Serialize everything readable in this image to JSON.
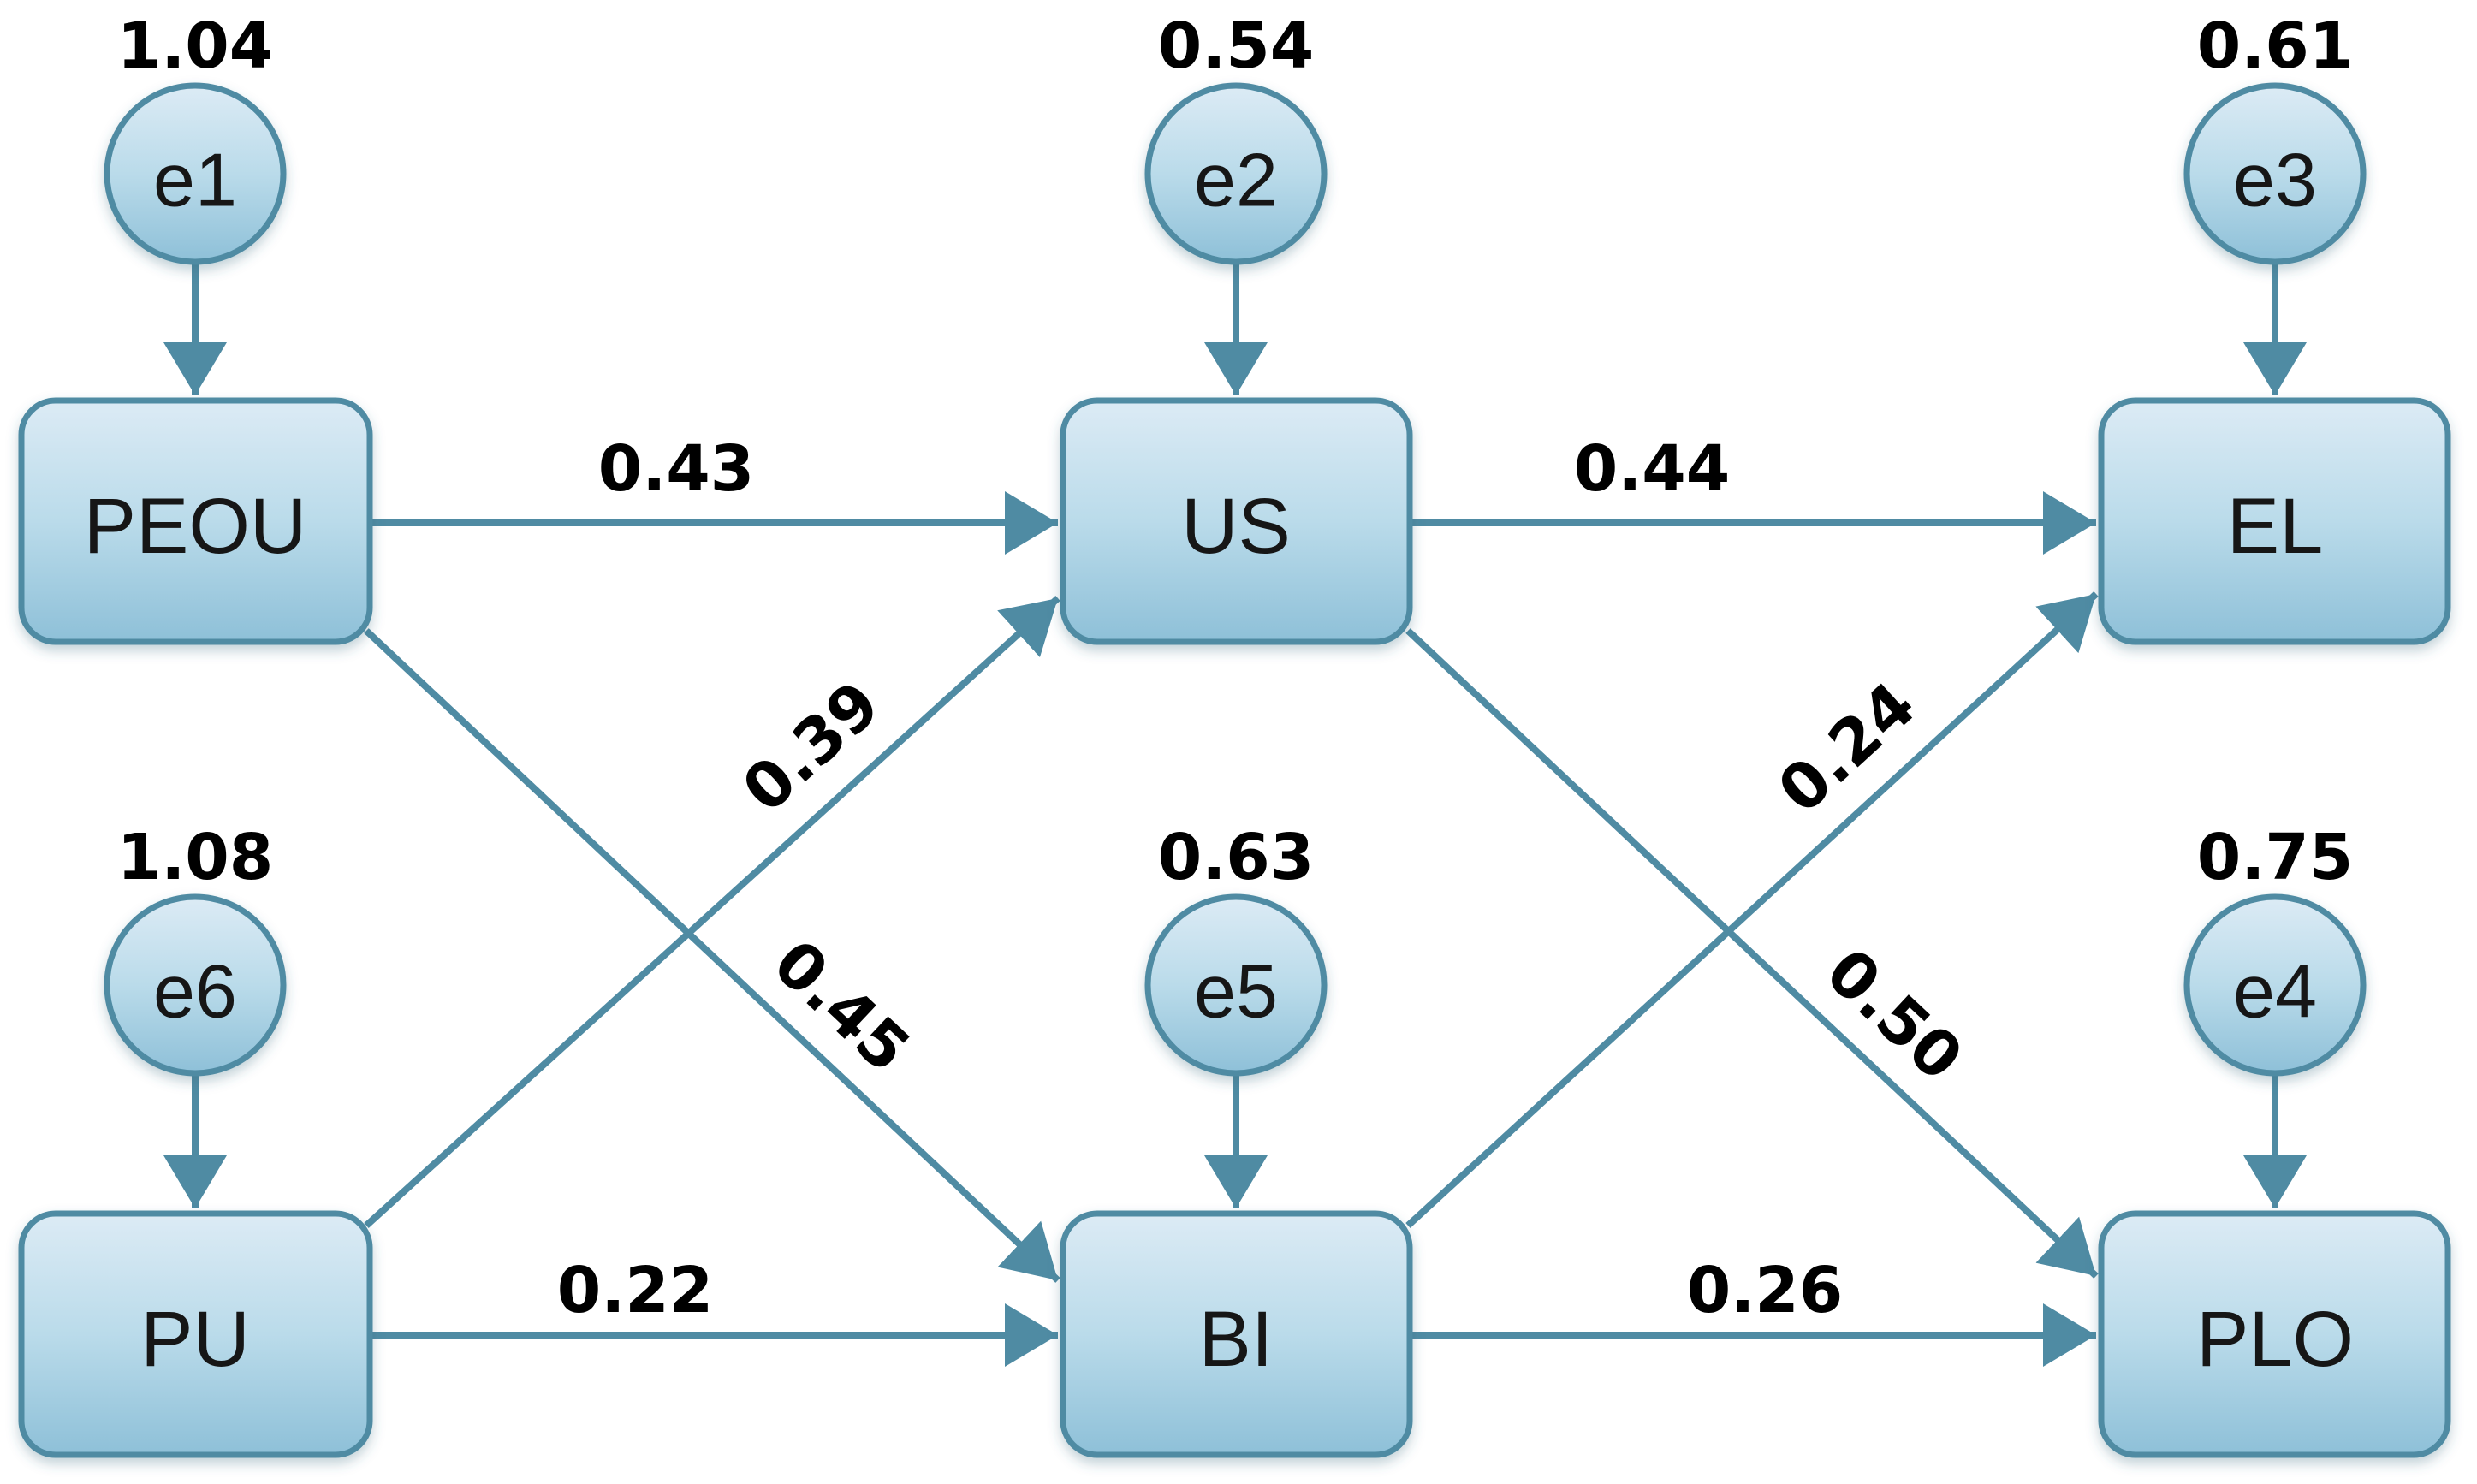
{
  "diagram": {
    "type": "sem-path-model",
    "background_color": "#ffffff",
    "line_color": "#4f8ba3",
    "node_fill_top": "#dcebf5",
    "node_fill_bottom": "#8ec0d8",
    "text_color": "#161616",
    "nodes": [
      {
        "id": "PEOU",
        "label": "PEOU",
        "shape": "rounded-rectangle",
        "row": "top",
        "column": "left"
      },
      {
        "id": "US",
        "label": "US",
        "shape": "rounded-rectangle",
        "row": "top",
        "column": "middle"
      },
      {
        "id": "EL",
        "label": "EL",
        "shape": "rounded-rectangle",
        "row": "top",
        "column": "right"
      },
      {
        "id": "PU",
        "label": "PU",
        "shape": "rounded-rectangle",
        "row": "bottom",
        "column": "left"
      },
      {
        "id": "BI",
        "label": "BI",
        "shape": "rounded-rectangle",
        "row": "bottom",
        "column": "middle"
      },
      {
        "id": "PLO",
        "label": "PLO",
        "shape": "rounded-rectangle",
        "row": "bottom",
        "column": "right"
      }
    ],
    "errors": [
      {
        "id": "e1",
        "label": "e1",
        "variance": "1.04",
        "attached_to": "PEOU"
      },
      {
        "id": "e2",
        "label": "e2",
        "variance": "0.54",
        "attached_to": "US"
      },
      {
        "id": "e3",
        "label": "e3",
        "variance": "0.61",
        "attached_to": "EL"
      },
      {
        "id": "e6",
        "label": "e6",
        "variance": "1.08",
        "attached_to": "PU"
      },
      {
        "id": "e5",
        "label": "e5",
        "variance": "0.63",
        "attached_to": "BI"
      },
      {
        "id": "e4",
        "label": "e4",
        "variance": "0.75",
        "attached_to": "PLO"
      }
    ],
    "paths": [
      {
        "from": "PEOU",
        "to": "US",
        "coefficient": "0.43"
      },
      {
        "from": "US",
        "to": "EL",
        "coefficient": "0.44"
      },
      {
        "from": "PU",
        "to": "BI",
        "coefficient": "0.22"
      },
      {
        "from": "BI",
        "to": "PLO",
        "coefficient": "0.26"
      },
      {
        "from": "PEOU",
        "to": "BI",
        "coefficient": "0.45"
      },
      {
        "from": "PU",
        "to": "US",
        "coefficient": "0.39"
      },
      {
        "from": "US",
        "to": "PLO",
        "coefficient": "0.50"
      },
      {
        "from": "BI",
        "to": "EL",
        "coefficient": "0.24"
      }
    ]
  }
}
